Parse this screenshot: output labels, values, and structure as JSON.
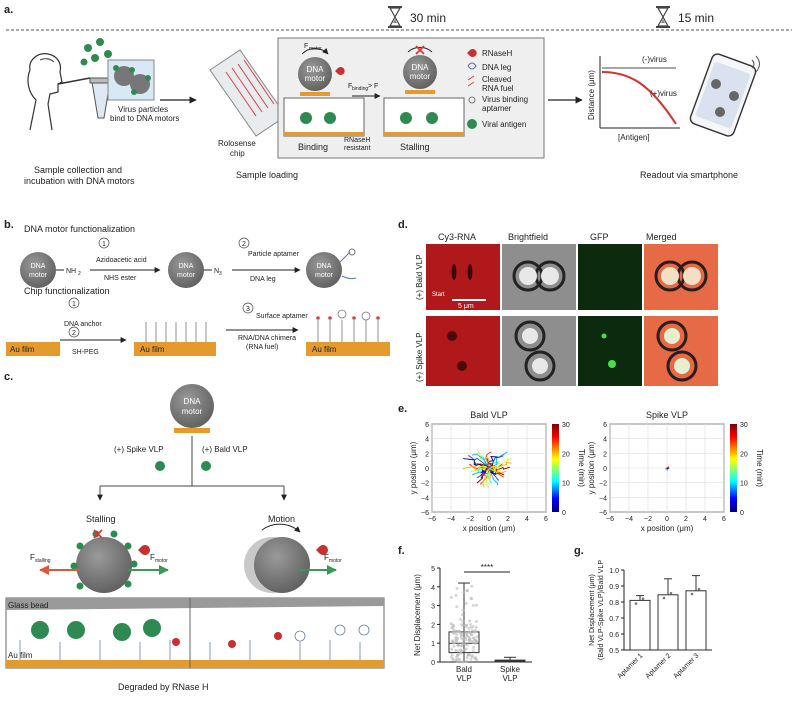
{
  "panel_a": {
    "label": "a.",
    "timer1": "30 min",
    "timer2": "15 min",
    "step1_line1": "Sample collection and",
    "step1_line2": "incubation with DNA motors",
    "step2": "Sample loading",
    "step3": "Readout via smartphone",
    "virus_bind_1": "Virus particles",
    "virus_bind_2": "bind to DNA motors",
    "chip_1": "Rolosense",
    "chip_2": "chip",
    "motor_1": "DNA",
    "motor_2": "motor",
    "fmotor": "F",
    "fmotor_sub": "motor",
    "fbinding": "F",
    "fbinding_sub": "binding",
    "gt": " > F",
    "binding": "Binding",
    "stalling": "Stalling",
    "rnaseh_res_1": "RNaseH",
    "rnaseh_res_2": "resistant",
    "legend": [
      "RNaseH",
      "DNA leg",
      "Cleaved",
      "RNA fuel",
      "Virus binding",
      "aptamer",
      "Viral antigen"
    ],
    "plot_ylabel": "Distance (μm)",
    "plot_xlabel": "[Antigen]",
    "plot_neg": "(-)virus",
    "plot_pos": "(+)virus"
  },
  "panel_b": {
    "label": "b.",
    "title1": "DNA motor functionalization",
    "title2": "Chip functionalization",
    "n1": "1",
    "n2": "2",
    "n3": "3",
    "nh2": "NH",
    "nh2_sub": "2",
    "n3_group": "N",
    "n3_sub": "3",
    "reagent1a": "Azidoacetic acid",
    "reagent1b": "NHS ester",
    "reagent2a": "Particle aptamer",
    "reagent2b": "DNA leg",
    "anchor": "DNA anchor",
    "peg": "SH-PEG",
    "surf_apt": "Surface aptamer",
    "chimera": "RNA/DNA chimera",
    "fuel": "(RNA fuel)",
    "au": "Au film",
    "motor_1": "DNA",
    "motor_2": "motor"
  },
  "panel_c": {
    "label": "c.",
    "spike": "(+) Spike VLP",
    "bald": "(+) Bald VLP",
    "stalling": "Stalling",
    "motion": "Motion",
    "fstall": "F",
    "fstall_sub": "stalling",
    "fmotor": "F",
    "fmotor_sub": "motor",
    "glass": "Glass bead",
    "au": "Au film",
    "degraded": "Degraded by RNase H",
    "motor_1": "DNA",
    "motor_2": "motor"
  },
  "panel_d": {
    "label": "d.",
    "cols": [
      "Cy3-RNA",
      "Brightfield",
      "GFP",
      "Merged"
    ],
    "rows": [
      "(+) Bald VLP",
      "(+) Spike VLP"
    ],
    "start": "Start",
    "scale": "5 μm"
  },
  "panel_e": {
    "label": "e.",
    "colorbar_label": "Time (min)",
    "chart_data": [
      {
        "type": "scatter",
        "title": "Bald VLP",
        "xlabel": "x position (μm)",
        "ylabel": "y position (μm)",
        "xlim": [
          -6,
          6
        ],
        "ylim": [
          -6,
          6
        ],
        "xticks": [
          "−6",
          "−4",
          "−2",
          "0",
          "2",
          "4",
          "6"
        ],
        "yticks": [
          "6",
          "4",
          "2",
          "0",
          "−2",
          "−4",
          "−6"
        ],
        "colorbar_ticks": [
          "30",
          "20",
          "10",
          "0"
        ],
        "grid": true,
        "trajectory_radius": 2.5
      },
      {
        "type": "scatter",
        "title": "Spike VLP",
        "xlabel": "x position (μm)",
        "ylabel": "y position (μm)",
        "xlim": [
          -6,
          6
        ],
        "ylim": [
          -6,
          6
        ],
        "xticks": [
          "−6",
          "−4",
          "−2",
          "0",
          "2",
          "4",
          "6"
        ],
        "yticks": [
          "6",
          "4",
          "2",
          "0",
          "−2",
          "−4",
          "−6"
        ],
        "colorbar_ticks": [
          "30",
          "20",
          "10",
          "0"
        ],
        "grid": true,
        "trajectory_radius": 0.3
      }
    ]
  },
  "panel_f": {
    "label": "f.",
    "significance": "****",
    "chart_data": {
      "type": "box",
      "ylabel": "Net Displacement (μm)",
      "ylim": [
        0,
        5
      ],
      "yticks": [
        "0",
        "1",
        "2",
        "3",
        "4",
        "5"
      ],
      "categories": [
        "Bald VLP",
        "Spike VLP"
      ],
      "boxes": [
        {
          "q1": 0.5,
          "median": 1.0,
          "q3": 1.6,
          "whisker_low": 0.0,
          "whisker_high": 4.2
        },
        {
          "q1": 0.0,
          "median": 0.05,
          "q3": 0.1,
          "whisker_low": 0.0,
          "whisker_high": 0.25
        }
      ]
    }
  },
  "panel_g": {
    "label": "g.",
    "chart_data": {
      "type": "bar",
      "ylabel_1": "Net Displacement (μm)",
      "ylabel_2": "(Bald VLP-Spike VLP)/Bald VLP",
      "ylim": [
        0.5,
        1.0
      ],
      "yticks": [
        "0.5",
        "0.6",
        "0.7",
        "0.8",
        "0.9",
        "1.0"
      ],
      "categories": [
        "Aptamer 1",
        "Aptamer 2",
        "Aptamer 3"
      ],
      "values": [
        0.81,
        0.845,
        0.87
      ],
      "errors": [
        0.03,
        0.1,
        0.095
      ]
    }
  }
}
